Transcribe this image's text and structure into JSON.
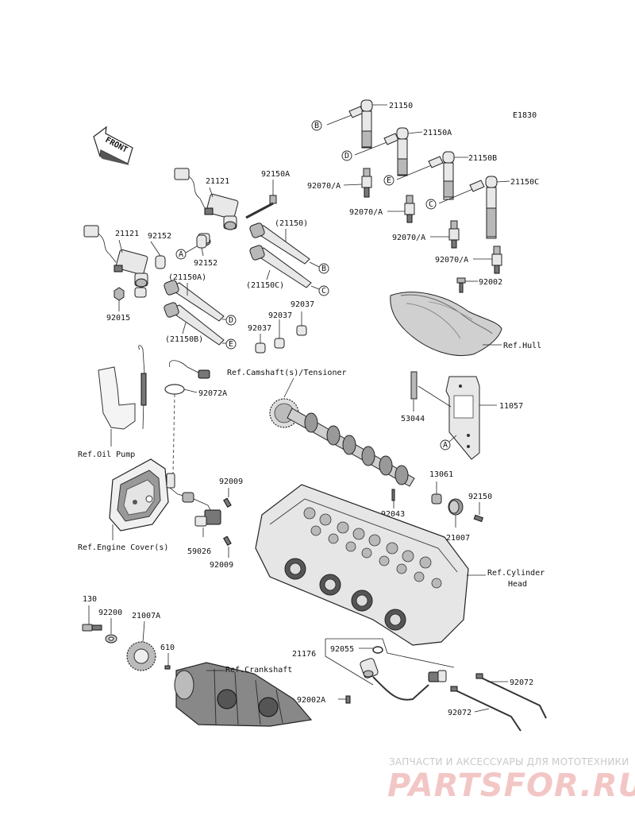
{
  "diagram_code": "E1830",
  "front_label": "FRONT",
  "part_numbers": {
    "p21150": "21150",
    "p21150A": "21150A",
    "p21150B": "21150B",
    "p21150C": "21150C",
    "p21121_a": "21121",
    "p21121_b": "21121",
    "p92150A": "92150A",
    "p21150_paren": "(21150)",
    "p92152_a": "92152",
    "p92152_b": "92152",
    "p21150C_paren": "(21150C)",
    "p21150A_paren": "(21150A)",
    "p21150B_paren": "(21150B)",
    "p92015": "92015",
    "p92037_a": "92037",
    "p92037_b": "92037",
    "p92037_c": "92037",
    "p92070A_1": "92070/A",
    "p92070A_2": "92070/A",
    "p92070A_3": "92070/A",
    "p92070A_4": "92070/A",
    "p92002": "92002",
    "p92072A": "92072A",
    "p53044": "53044",
    "p11057": "11057",
    "p92009_a": "92009",
    "p92009_b": "92009",
    "p59026": "59026",
    "p13061": "13061",
    "p92150": "92150",
    "p92043": "92043",
    "p21007": "21007",
    "p130": "130",
    "p92200": "92200",
    "p21007A": "21007A",
    "p610": "610",
    "p21176": "21176",
    "p92055": "92055",
    "p92002A": "92002A",
    "p92072_a": "92072",
    "p92072_b": "92072"
  },
  "callouts": {
    "A1": "A",
    "A2": "A",
    "B1": "B",
    "B2": "B",
    "C1": "C",
    "C2": "C",
    "D1": "D",
    "D2": "D",
    "E1": "E",
    "E2": "E"
  },
  "references": {
    "hull": "Ref.Hull",
    "camshaft": "Ref.Camshaft(s)/Tensioner",
    "oil_pump": "Ref.Oil Pump",
    "engine_cover": "Ref.Engine Cover(s)",
    "cylinder_head_1": "Ref.Cylinder",
    "cylinder_head_2": "Head",
    "crankshaft": "Ref.Crankshaft"
  },
  "watermark": {
    "caption": "ЗАПЧАСТИ И АКСЕССУАРЫ ДЛЯ МОТОТЕХНИКИ",
    "brand": "PARTSFOR.RU"
  }
}
